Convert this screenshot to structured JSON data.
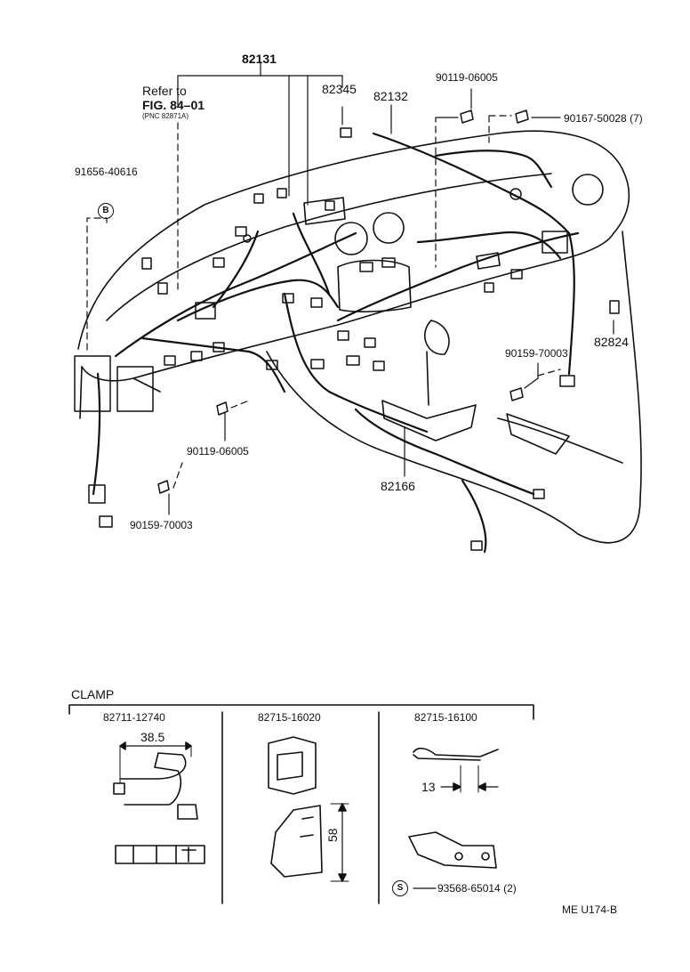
{
  "parts": {
    "p82131": "82131",
    "p82345": "82345",
    "p82132": "82132",
    "p90119_top": "90119-06005",
    "p90167": "90167-50028 (7)",
    "p91656": "91656-40616",
    "p82824": "82824",
    "p90159_right": "90159-70003",
    "p90119_mid": "90119-06005",
    "p82166": "82166",
    "p90159_left": "90159-70003"
  },
  "refer": {
    "line1": "Refer to",
    "line2": "FIG. 84–01",
    "line3": "(PNC 82871A)"
  },
  "markers": {
    "b": "B",
    "s": "S"
  },
  "clamp": {
    "title": "CLAMP",
    "col1": {
      "part": "82711-12740",
      "dim": "38.5"
    },
    "col2": {
      "part": "82715-16020",
      "dim": "58"
    },
    "col3": {
      "part": "82715-16100",
      "dim": "13",
      "note": "93568-65014 (2)"
    }
  },
  "footer": "ME  U174-B"
}
